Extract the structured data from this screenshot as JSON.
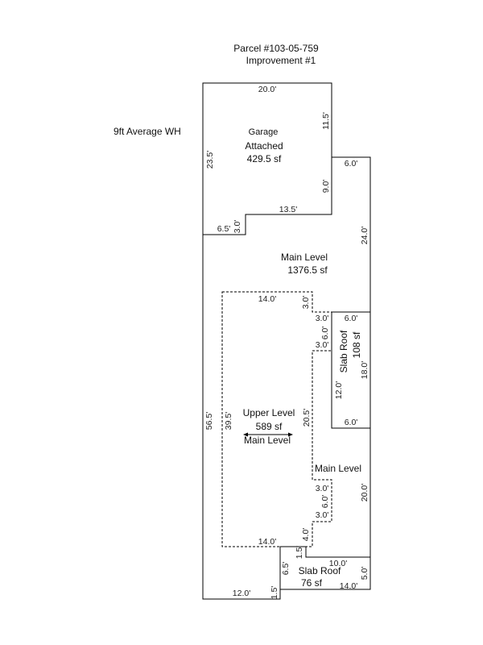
{
  "header": {
    "parcel": "Parcel #103-05-759",
    "improvement": "Improvement #1"
  },
  "note": "9ft Average WH",
  "garage": {
    "type": "Garage",
    "subtype": "Attached",
    "area": "429.5 sf",
    "dims": {
      "top": "20.0'",
      "right_upper": "11.5'",
      "right_lower": "9.0'",
      "left": "23.5'",
      "step_bottom": "13.5'",
      "step_left": "6.5'",
      "step_vertical": "3.0'"
    }
  },
  "main_level": {
    "label": "Main Level",
    "area": "1376.5 sf",
    "label2": "Main Level",
    "dims": {
      "top_right": "6.0'",
      "right_upper": "24.0'",
      "left": "56.5'",
      "right_lower": "20.0'",
      "bottom": "12.0'",
      "bottom_step": "1.5'",
      "notch_vertical": "6.5'",
      "notch_step": "1.5'",
      "notch_right": "4.0'"
    }
  },
  "upper_level": {
    "label": "Upper Level",
    "area": "589 sf",
    "link_label": "Main Level",
    "dims": {
      "top": "14.0'",
      "top_right": "3.0'",
      "jog1_top": "3.0'",
      "jog1_side": "6.0'",
      "jog1_bottom": "3.0'",
      "right": "20.5'",
      "left": "39.5'",
      "jog2_top": "3.0'",
      "jog2_side": "6.0'",
      "jog2_bottom": "3.0'",
      "bottom": "14.0'"
    }
  },
  "slab_roof_1": {
    "label": "Slab Roof",
    "area": "108 sf",
    "dims": {
      "top": "6.0'",
      "right": "18.0'",
      "left": "12.0'",
      "bottom": "6.0'"
    }
  },
  "slab_roof_2": {
    "label": "Slab Roof",
    "area": "76 sf",
    "dims": {
      "top": "10.0'",
      "right": "5.0'",
      "bottom": "14.0'"
    }
  }
}
